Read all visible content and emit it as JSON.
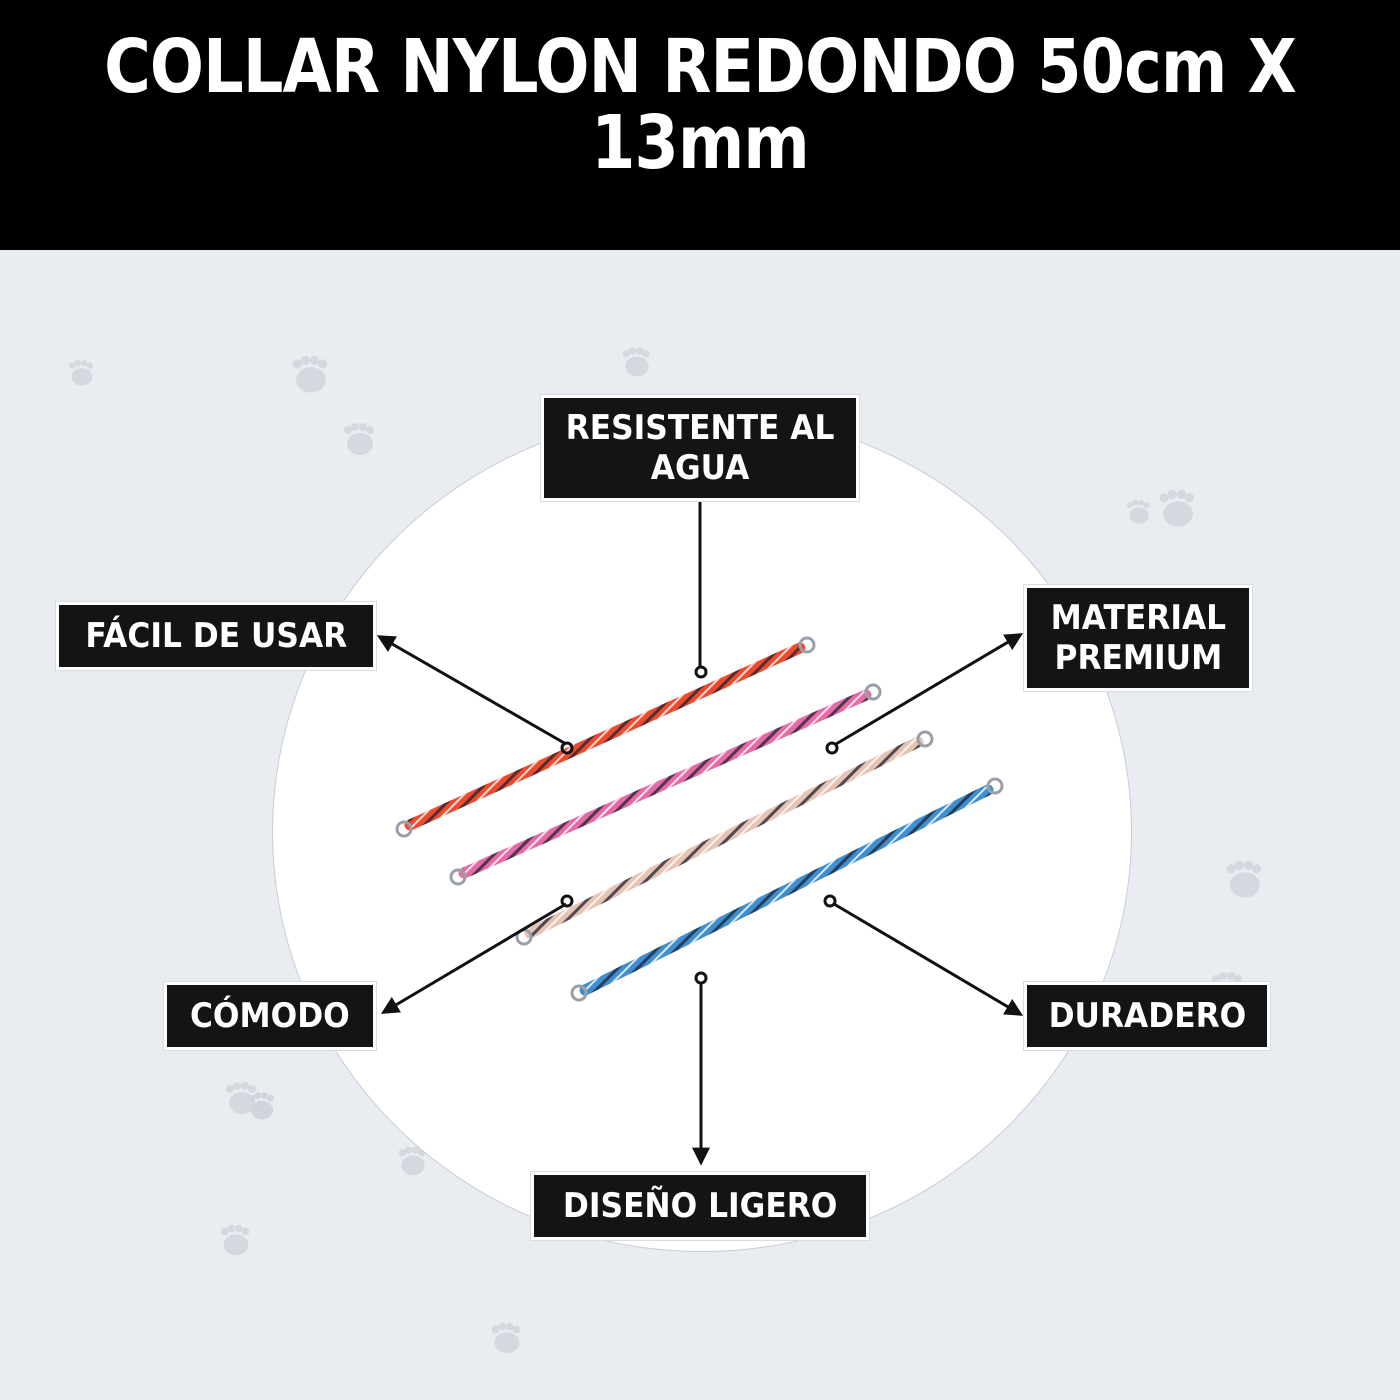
{
  "header": {
    "title": "COLLAR NYLON REDONDO 50cm X 13mm",
    "background": "#000000",
    "text_color": "#ffffff"
  },
  "background": {
    "color": "#e9ecf1",
    "circle_color": "#ffffff",
    "paw_color": "#d5d8df",
    "decoration": "paw-print-icon"
  },
  "product": {
    "name": "collar",
    "variants": [
      {
        "color_name": "red",
        "hex": "#f04a2e"
      },
      {
        "color_name": "pink",
        "hex": "#e66aa6"
      },
      {
        "color_name": "beige",
        "hex": "#e6c3b3"
      },
      {
        "color_name": "blue",
        "hex": "#3f8fd0"
      }
    ]
  },
  "features": {
    "water_resistant": "RESISTENTE AL\nAGUA",
    "easy_to_use": "FÁCIL DE USAR",
    "premium_material": "MATERIAL\nPREMIUM",
    "comfortable": "CÓMODO",
    "durable": "DURADERO",
    "lightweight_design": "DISEÑO LIGERO"
  },
  "label_style": {
    "background": "#141414",
    "text_color": "#ffffff",
    "border": "#ffffff"
  }
}
